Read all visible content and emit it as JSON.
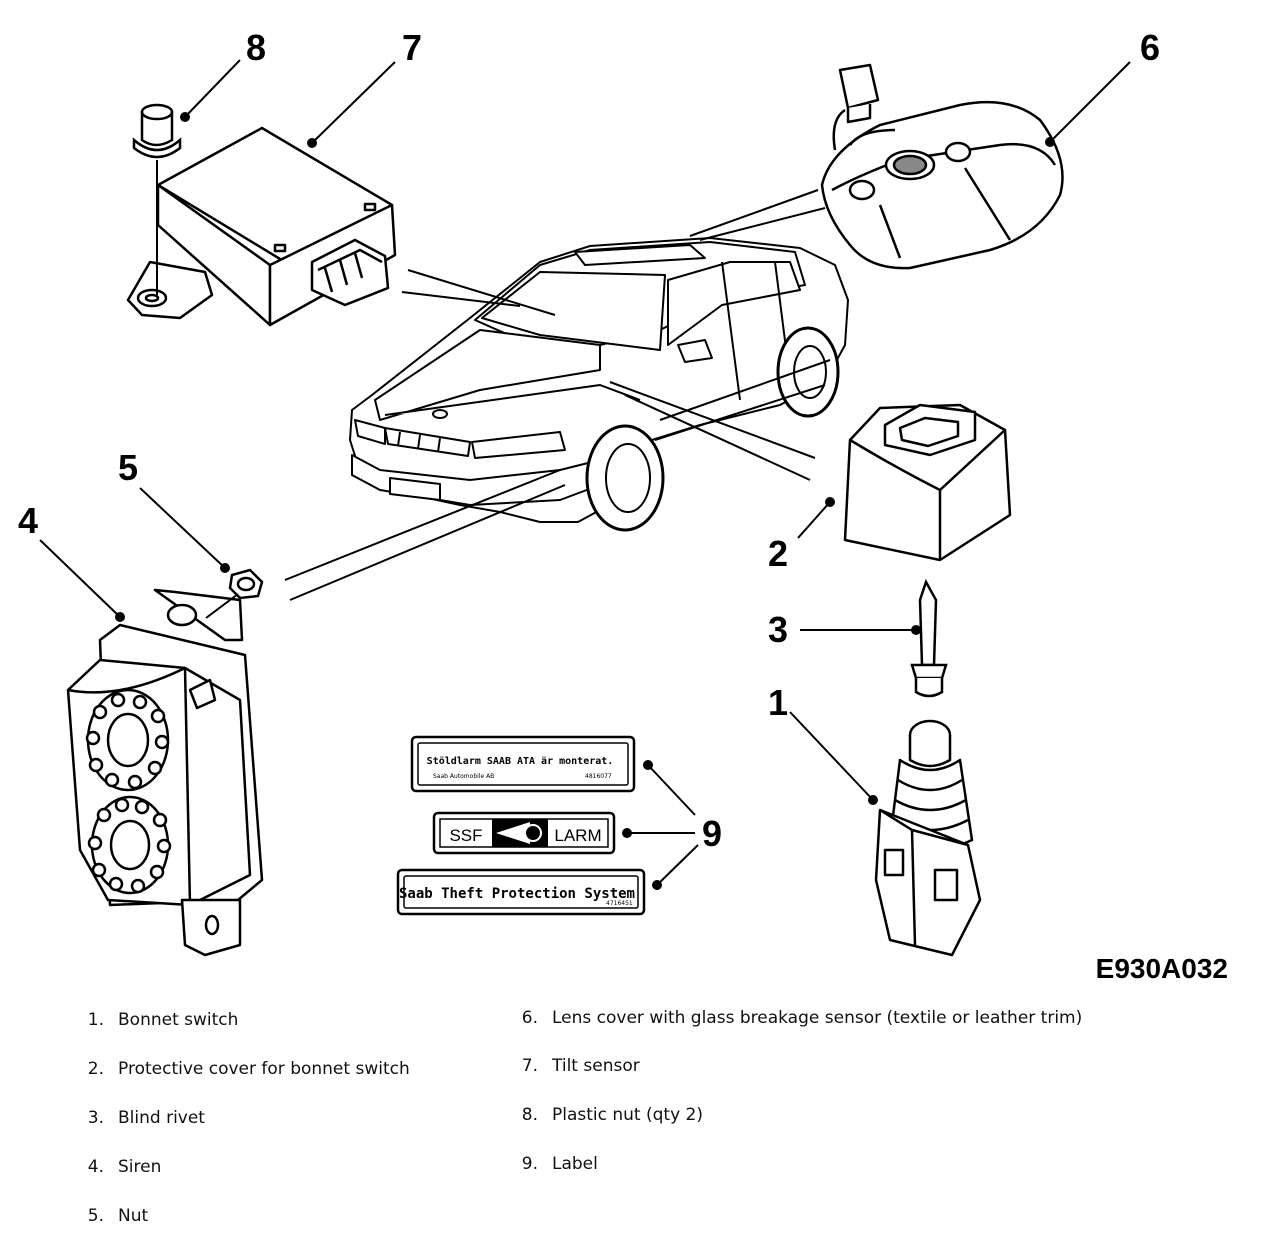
{
  "figure_code": "E930A032",
  "callouts": [
    "1",
    "2",
    "3",
    "4",
    "5",
    "6",
    "7",
    "8",
    "9"
  ],
  "labels": {
    "label1_line1": "Stöldlarm SAAB ATA är monterat.",
    "label1_line2": "Saab Automobile AB",
    "label1_code": "4816077",
    "label2_left": "SSF",
    "label2_right": "LARM",
    "label3_text": "Saab Theft Protection System",
    "label3_code": "4716451"
  },
  "legend_left": [
    {
      "num": "1.",
      "text": "Bonnet switch"
    },
    {
      "num": "2.",
      "text": "Protective cover for bonnet switch"
    },
    {
      "num": "3.",
      "text": "Blind rivet"
    },
    {
      "num": "4.",
      "text": "Siren"
    },
    {
      "num": "5.",
      "text": "Nut"
    }
  ],
  "legend_right": [
    {
      "num": "6.",
      "text": "Lens cover with glass breakage sensor (textile or leather trim)"
    },
    {
      "num": "7.",
      "text": "Tilt sensor"
    },
    {
      "num": "8.",
      "text": "Plastic nut (qty 2)"
    },
    {
      "num": "9.",
      "text": "Label"
    }
  ]
}
